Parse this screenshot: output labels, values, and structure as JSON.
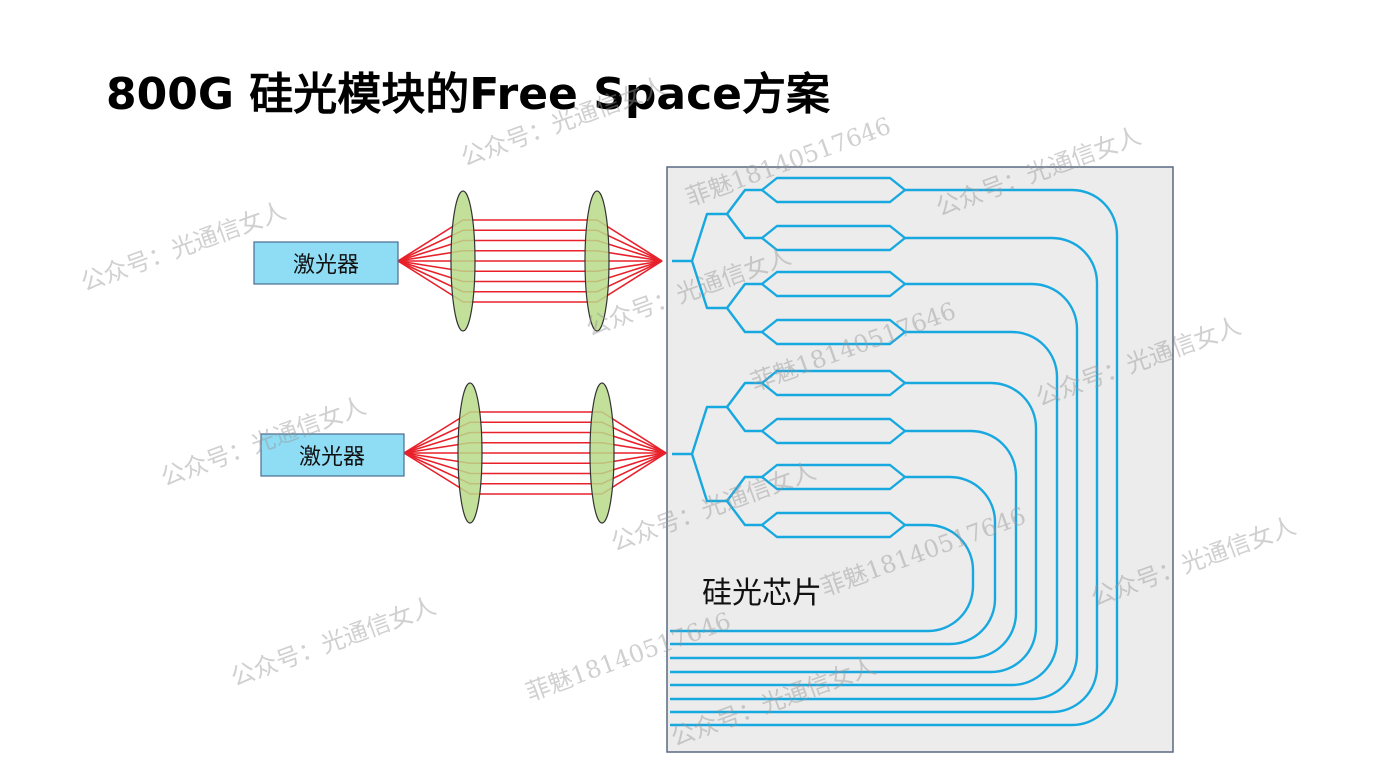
{
  "title": "800G 硅光模块的Free Space方案",
  "lasers": [
    {
      "label": "激光器"
    },
    {
      "label": "激光器"
    }
  ],
  "chip": {
    "label": "硅光芯片"
  },
  "watermarks": [
    "公众号：光通信女人",
    "菲魅18140517646"
  ],
  "colors": {
    "laser_box": "#8fdcf5",
    "lens": "#b8da8a",
    "ray": "#e8202a",
    "chip_bg": "#ececec",
    "waveguide": "#18a8e0"
  }
}
